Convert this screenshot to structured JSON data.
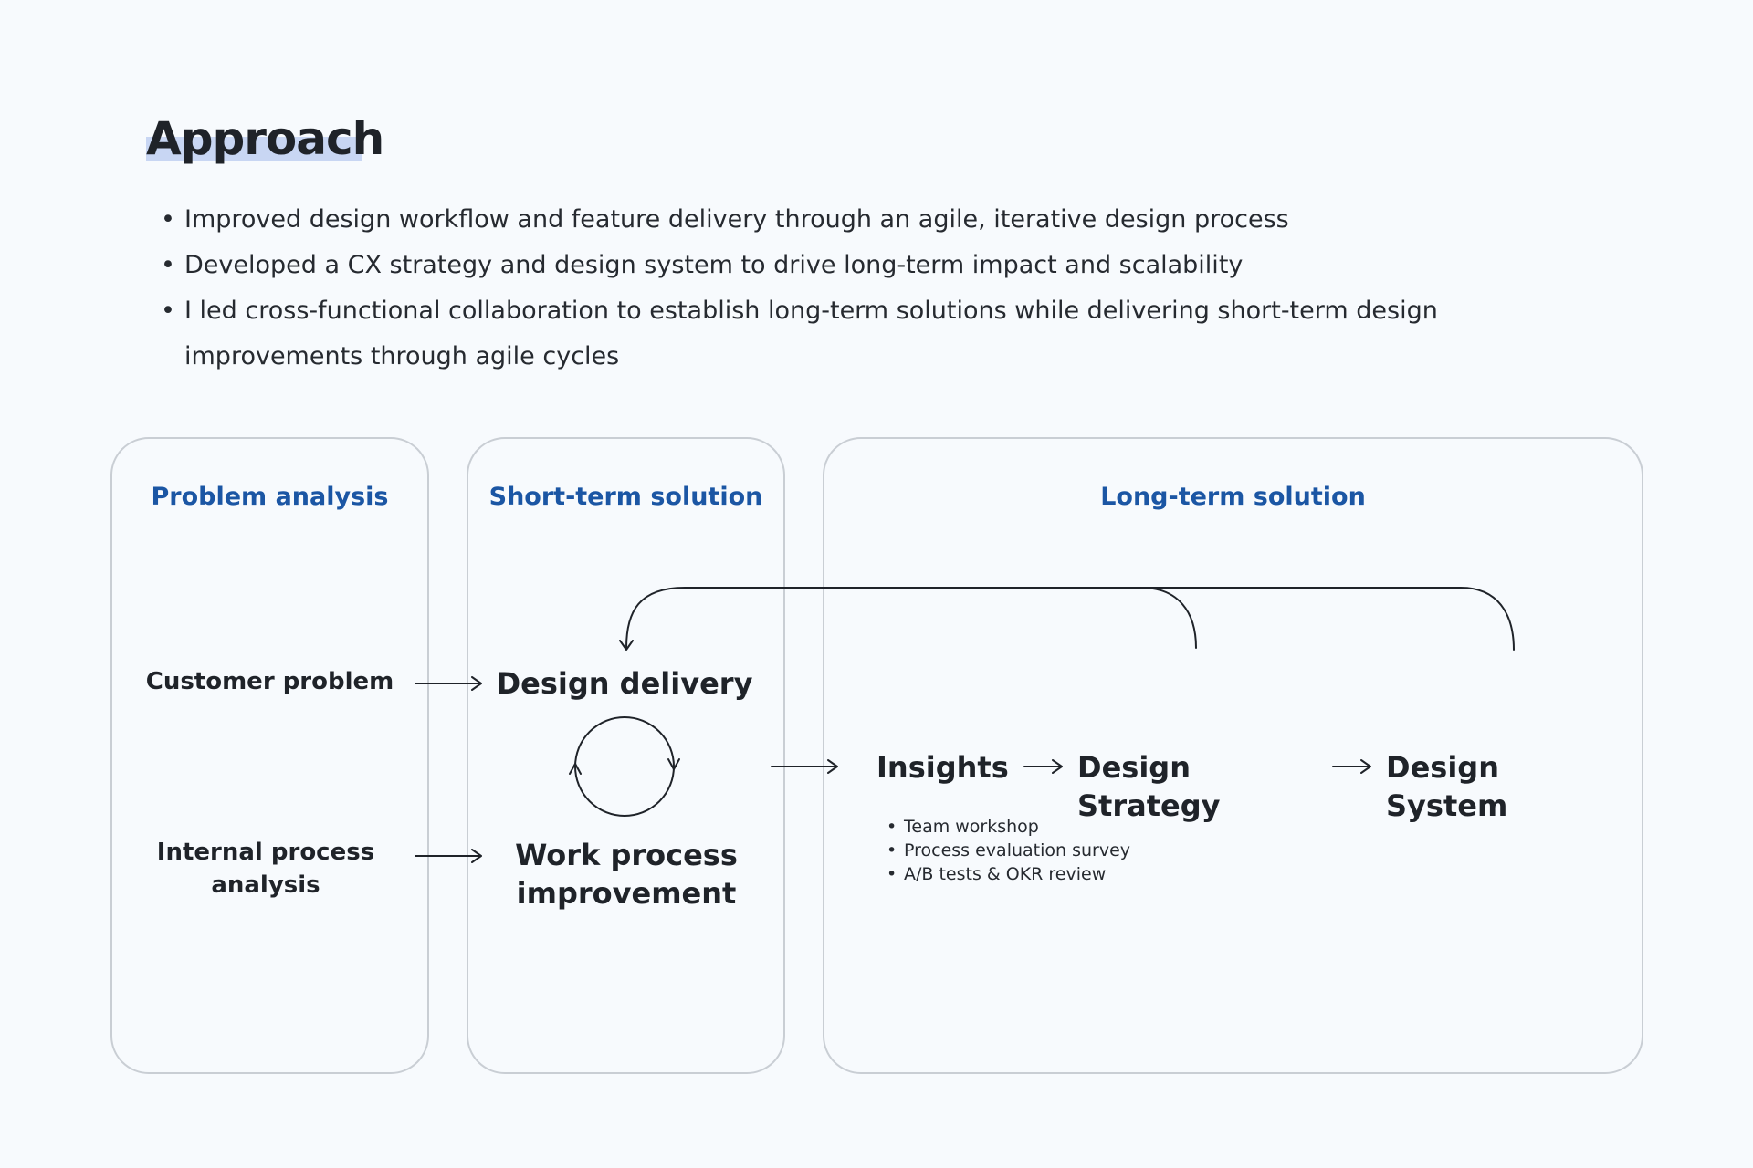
{
  "title": "Approach",
  "bullets": [
    "Improved design workflow and feature delivery through an agile, iterative design process",
    "Developed a CX strategy and design system to drive long-term impact and scalability",
    "I led cross-functional collaboration to establish long-term solutions while delivering short-term design improvements through agile cycles"
  ],
  "panels": {
    "problem": {
      "title": "Problem analysis"
    },
    "short": {
      "title": "Short-term solution"
    },
    "long": {
      "title": "Long-term solution"
    }
  },
  "nodes": {
    "customer_problem": "Customer problem",
    "internal_process": "Internal process analysis",
    "design_delivery": "Design delivery",
    "work_process": "Work process improvement",
    "insights": "Insights",
    "design_strategy": "Design Strategy",
    "design_system": "Design System"
  },
  "insights_items": [
    "Team workshop",
    "Process evaluation survey",
    "A/B tests & OKR review"
  ],
  "colors": {
    "accent": "#1b56a4",
    "highlight": "#c8d6f3",
    "border": "#c9ced4",
    "background": "#f7fafd"
  }
}
